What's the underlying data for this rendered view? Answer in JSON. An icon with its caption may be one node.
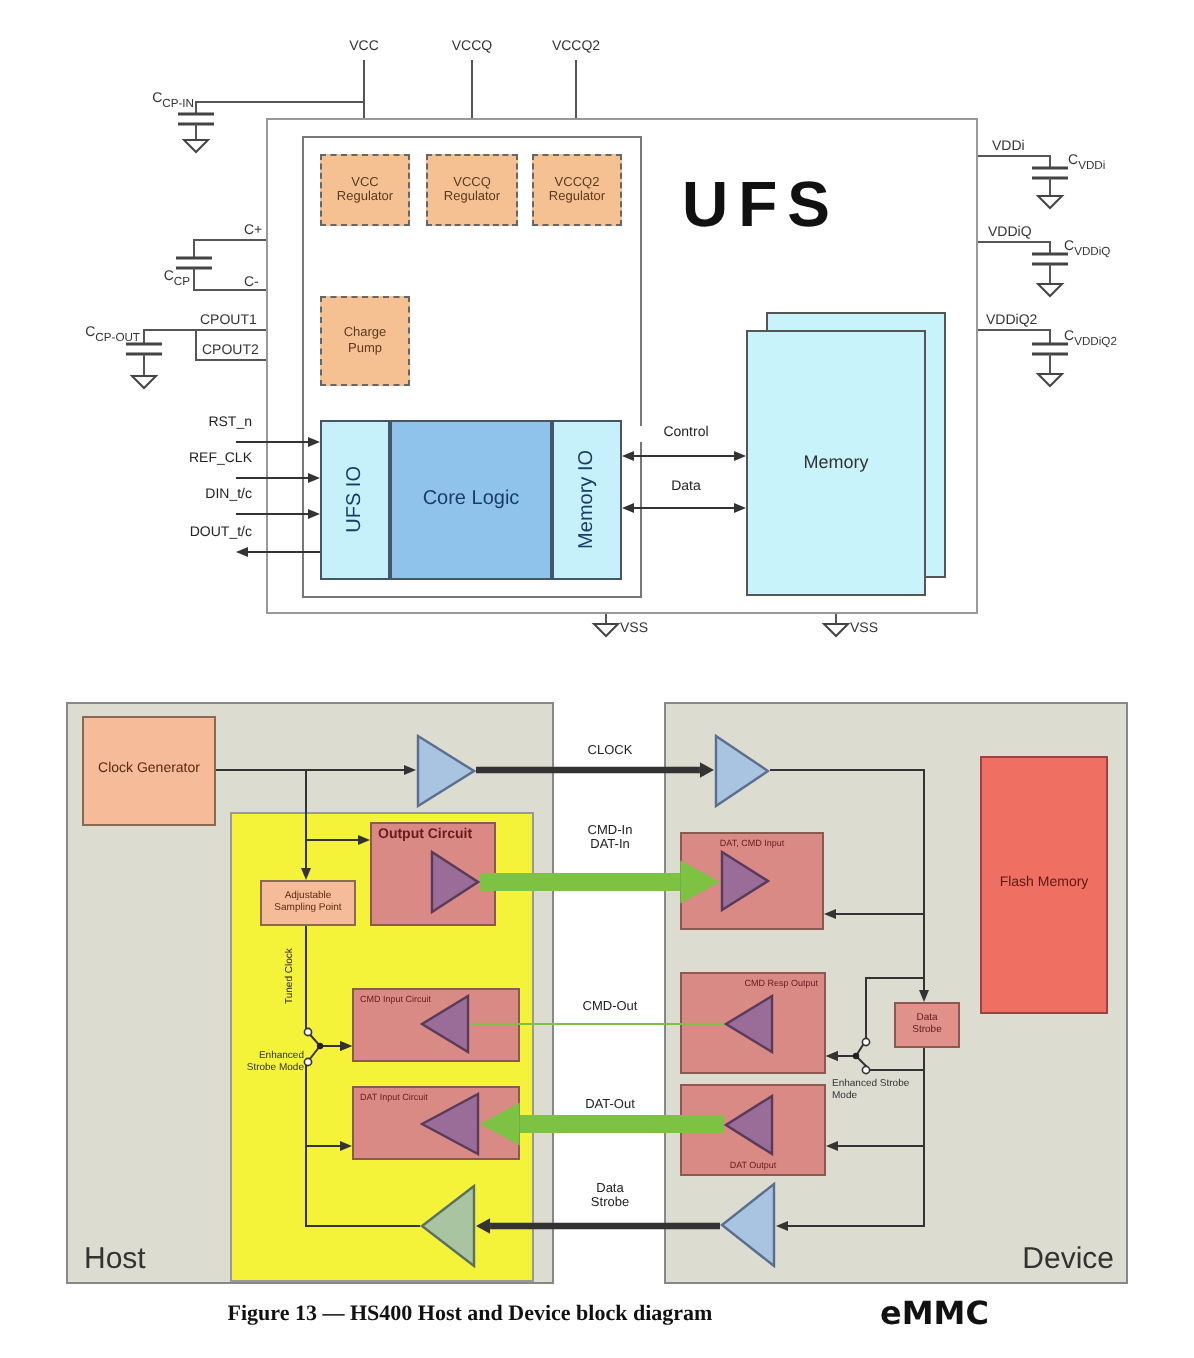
{
  "diagram": {
    "caption": "Figure 13 — HS400 Host and Device block diagram",
    "nodes": [
      {
        "text": [
          "UFS"
        ]
      },
      {
        "text": [],
        "shape": "box",
        "in": 0
      },
      {
        "text": [
          "VCC Regulator"
        ],
        "in": 1
      },
      {
        "text": [
          "VCCQ Regulator"
        ],
        "in": 1
      },
      {
        "text": [
          "VCCQ2 Regulator"
        ],
        "in": 1
      },
      {
        "text": [
          "Charge Pump"
        ],
        "in": 1
      },
      {
        "text": [
          "UFS IO"
        ],
        "in": 1
      },
      {
        "text": [
          "Core Logic"
        ],
        "in": 1
      },
      {
        "text": [
          "Memory IO"
        ],
        "in": 1
      },
      {
        "text": [
          "Memory"
        ],
        "in": 0
      },
      {
        "text": [
          "Host"
        ]
      },
      {
        "text": [
          "Clock Generator"
        ],
        "in": 10
      },
      {
        "text": [],
        "shape": "box",
        "in": 10
      },
      {
        "text": [
          "Output Circuit"
        ],
        "in": 12
      },
      {
        "text": [
          "Adjustable Sampling Point"
        ],
        "in": 12
      },
      {
        "text": [
          "CMD Input Circuit"
        ],
        "in": 12
      },
      {
        "text": [
          "DAT Input Circuit"
        ],
        "in": 12
      },
      {
        "text": [],
        "shape": "triangle",
        "in": 10
      },
      {
        "text": [],
        "shape": "triangle",
        "in": 12
      },
      {
        "text": [],
        "shape": "triangle",
        "in": 13
      },
      {
        "text": [],
        "shape": "triangle",
        "in": 15
      },
      {
        "text": [],
        "shape": "triangle",
        "in": 16
      },
      {
        "text": [
          "Device"
        ]
      },
      {
        "text": [],
        "shape": "triangle",
        "in": 22
      },
      {
        "text": [
          "DAT, CMD Input"
        ],
        "in": 22
      },
      {
        "text": [],
        "shape": "triangle",
        "in": 24
      },
      {
        "text": [
          "CMD Resp Output"
        ],
        "in": 22
      },
      {
        "text": [],
        "shape": "triangle",
        "in": 26
      },
      {
        "text": [
          "DAT Output"
        ],
        "in": 22
      },
      {
        "text": [],
        "shape": "triangle",
        "in": 28
      },
      {
        "text": [
          "Data Strobe"
        ],
        "in": 22
      },
      {
        "text": [],
        "shape": "triangle",
        "in": 22
      },
      {
        "text": [
          "Flash Memory"
        ],
        "in": 22
      }
    ],
    "edges": [
      {
        "from": 8,
        "to": 9,
        "arrow": "both",
        "label": "Control"
      },
      {
        "from": 8,
        "to": 9,
        "arrow": "both",
        "label": "Data"
      },
      {
        "from": null,
        "to": 6,
        "arrow": "to",
        "label": "RST_n"
      },
      {
        "from": null,
        "to": 6,
        "arrow": "to",
        "label": "REF_CLK"
      },
      {
        "from": null,
        "to": 6,
        "arrow": "to",
        "label": "DIN_t/c"
      },
      {
        "from": 6,
        "to": null,
        "arrow": "to",
        "label": "DOUT_t/c"
      },
      {
        "from": 11,
        "to": 17,
        "arrow": "to"
      },
      {
        "from": 11,
        "to": 13,
        "arrow": "to"
      },
      {
        "from": 11,
        "to": 14,
        "arrow": "to"
      },
      {
        "from": 14,
        "to": 15,
        "arrow": "to",
        "label": "Tuned Clock"
      },
      {
        "from": 18,
        "to": 15,
        "arrow": "to"
      },
      {
        "from": 18,
        "to": 16,
        "arrow": "to"
      },
      {
        "from": 17,
        "to": 23,
        "arrow": "to",
        "label": "CLOCK",
        "style": "thick"
      },
      {
        "from": 19,
        "to": 25,
        "arrow": "to",
        "label": "CMD-In DAT-In",
        "style": "thick",
        "color": "#7dc242"
      },
      {
        "from": 27,
        "to": 20,
        "arrow": "none",
        "label": "CMD-Out",
        "color": "#7dc242"
      },
      {
        "from": 29,
        "to": 21,
        "arrow": "to",
        "label": "DAT-Out",
        "style": "thick",
        "color": "#7dc242"
      },
      {
        "from": 31,
        "to": 18,
        "arrow": "to",
        "label": "Data Strobe",
        "style": "thick"
      },
      {
        "from": 23,
        "to": 24,
        "arrow": "to"
      },
      {
        "from": 23,
        "to": 30,
        "arrow": "to"
      },
      {
        "from": 23,
        "to": 26,
        "arrow": "to"
      },
      {
        "from": 30,
        "to": 26,
        "arrow": "to"
      },
      {
        "from": 30,
        "to": 28,
        "arrow": "to"
      },
      {
        "from": 30,
        "to": 31,
        "arrow": "to"
      }
    ],
    "labels": [
      "VCC",
      "VCCQ",
      "VCCQ2",
      "C$_{CP-IN}$",
      "C+",
      "C$_{CP}$",
      "C-",
      "C$_{CP-OUT}$",
      "CPOUT1",
      "CPOUT2",
      "VDDi",
      "C$_{VDDi}$",
      "VDDiQ",
      "C$_{VDDiQ}$",
      "VDDiQ2",
      "C$_{VDDiQ2}$",
      "VSS",
      "VSS",
      "Enhanced Strobe Mode",
      "Enhanced Strobe Mode",
      "eMMC"
    ]
  }
}
